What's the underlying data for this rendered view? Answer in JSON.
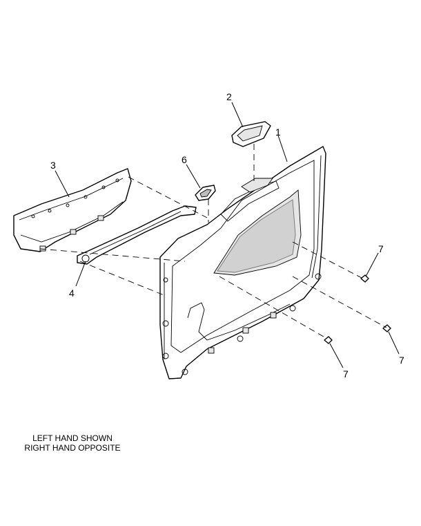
{
  "callouts": {
    "door_trim_panel": "1",
    "bezel": "2",
    "armrest_trim": "3",
    "trim_strip": "4",
    "switch": "6",
    "clip_a": "7",
    "clip_b": "7",
    "clip_c": "7"
  },
  "note": {
    "line1": "LEFT HAND SHOWN",
    "line2": "RIGHT HAND OPPOSITE"
  }
}
